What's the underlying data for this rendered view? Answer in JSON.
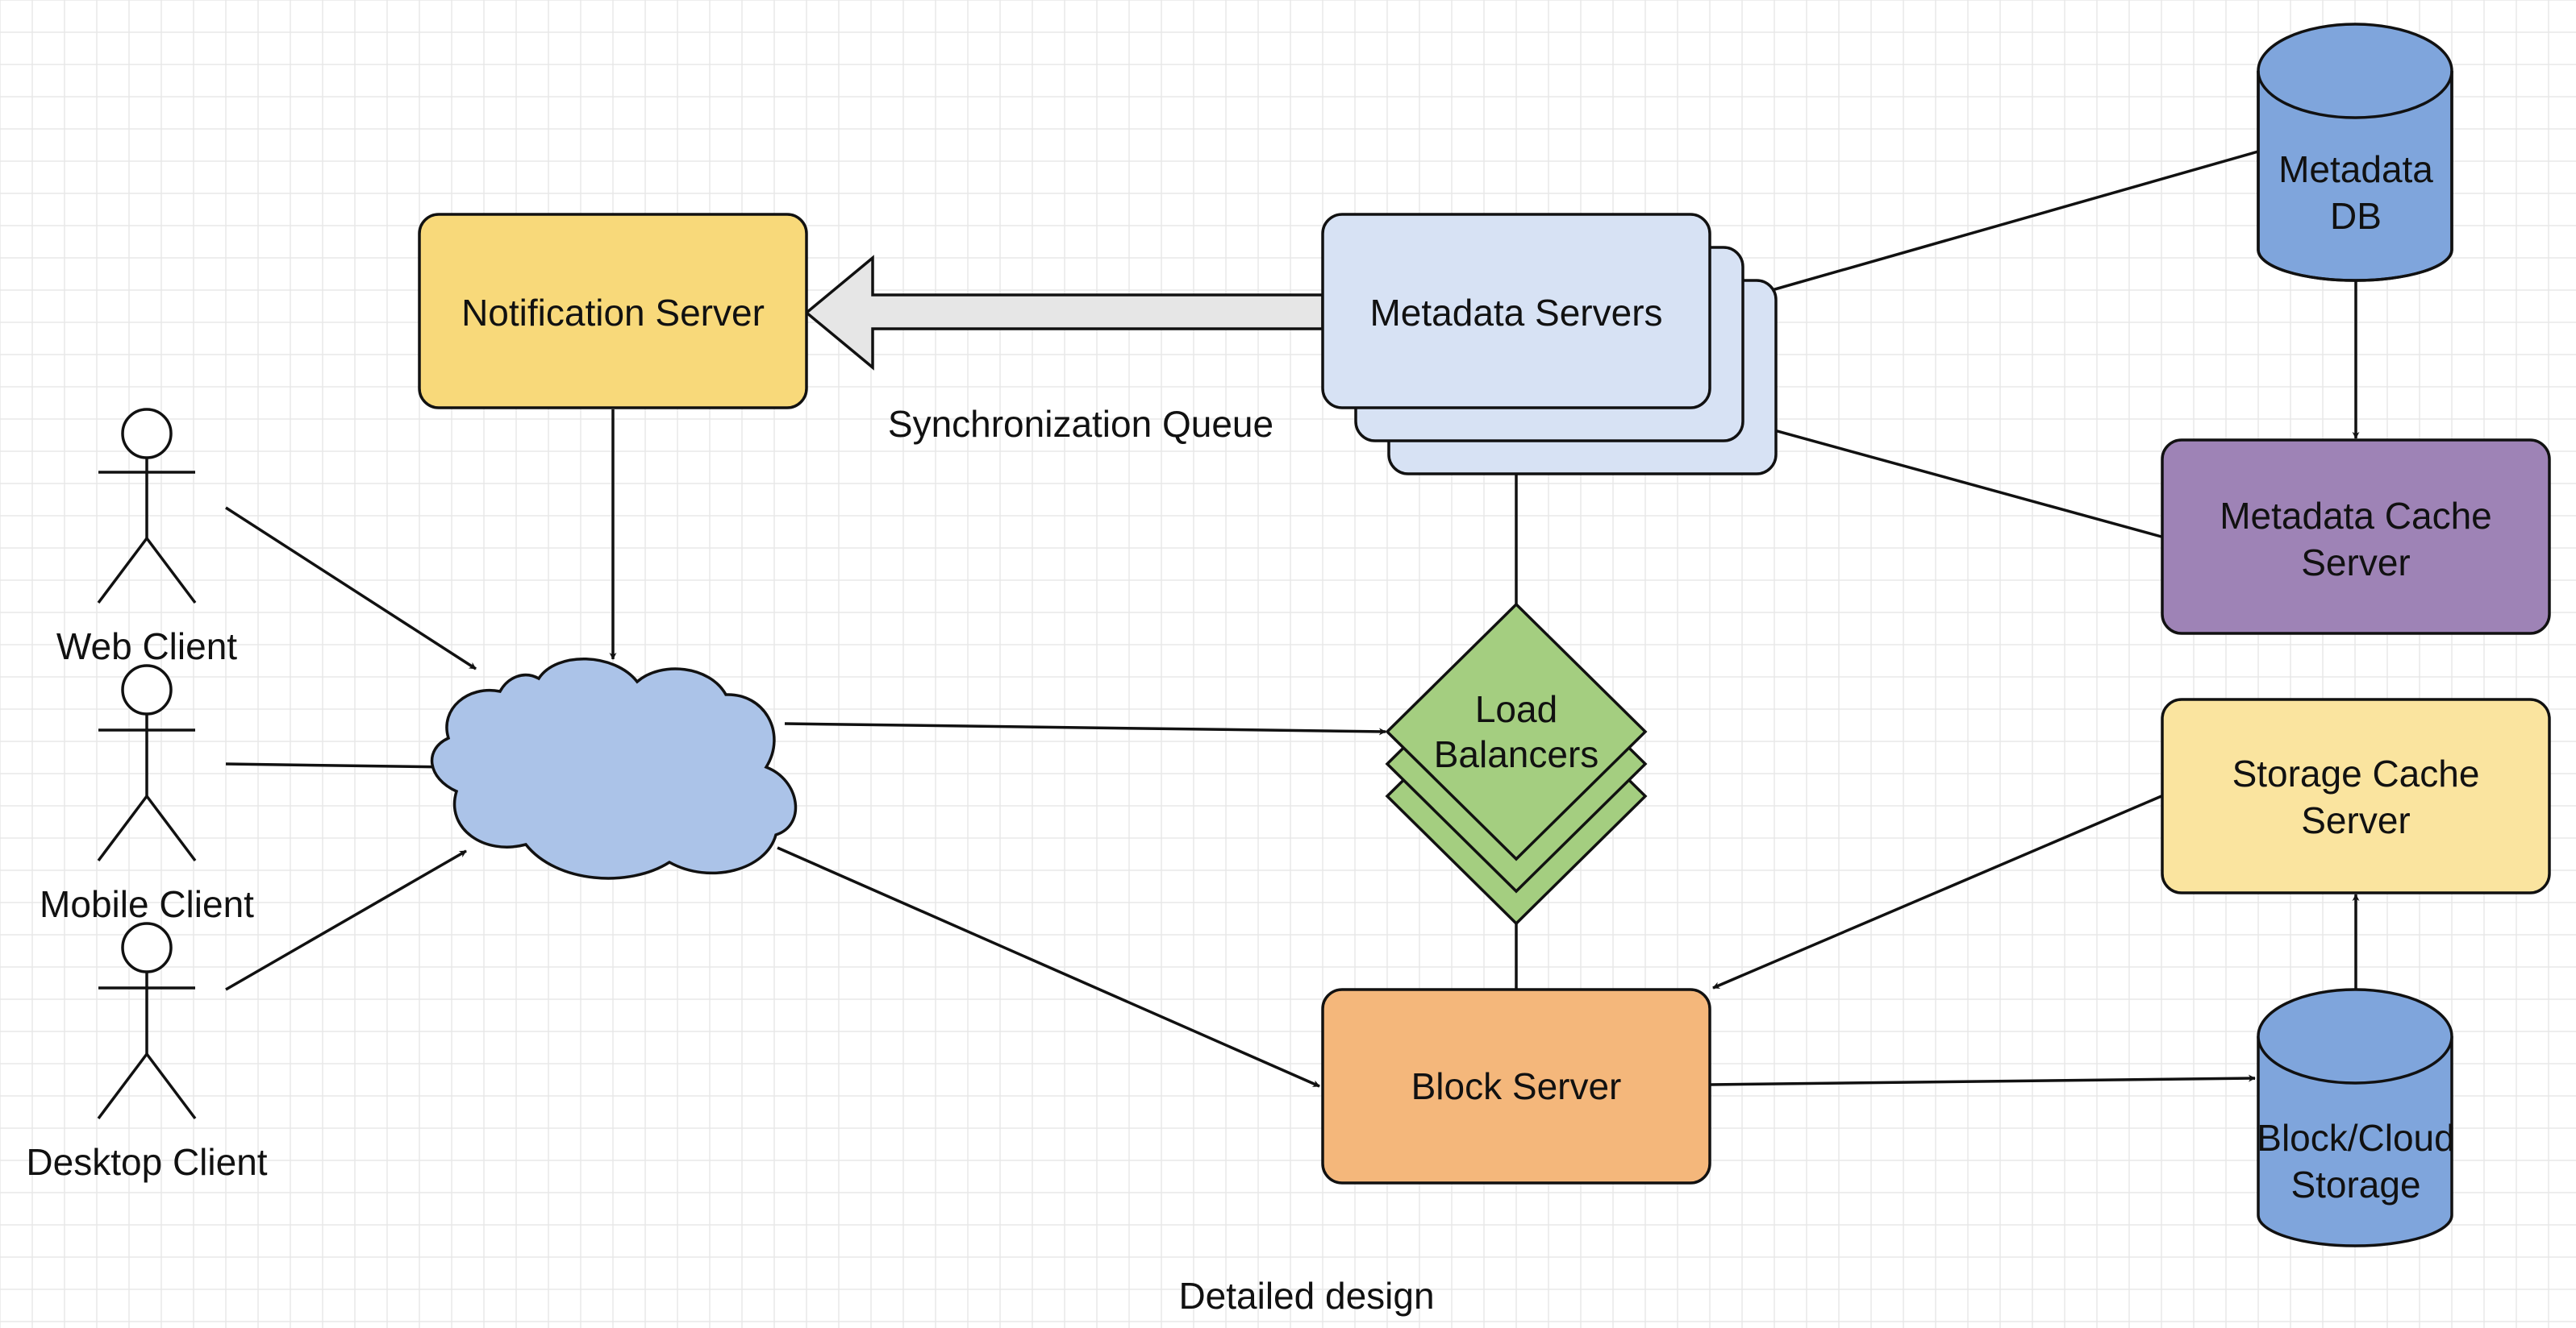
{
  "colors": {
    "notification_fill": "#f8d97a",
    "metadata_servers_fill": "#d7e2f4",
    "metadata_cache_fill": "#9e83b6",
    "storage_cache_fill": "#fae49f",
    "block_server_fill": "#f4b77b",
    "load_balancer_fill": "#a4ce80",
    "cloud_fill": "#abc3e8",
    "database_fill": "#7fa5dc",
    "queue_arrow_fill": "#e6e6e6",
    "grid_line": "#e8e8e8",
    "stroke": "#111111"
  },
  "clients": {
    "web": "Web Client",
    "mobile": "Mobile Client",
    "desktop": "Desktop Client"
  },
  "notification_server": {
    "label": "Notification Server"
  },
  "metadata_servers": {
    "label": "Metadata Servers"
  },
  "synchronization_queue": {
    "label": "Synchronization Queue"
  },
  "metadata_db": {
    "line1": "Metadata",
    "line2": "DB"
  },
  "metadata_cache_server": {
    "line1": "Metadata Cache",
    "line2": "Server"
  },
  "load_balancers": {
    "line1": "Load",
    "line2": "Balancers"
  },
  "storage_cache_server": {
    "line1": "Storage Cache",
    "line2": "Server"
  },
  "block_server": {
    "label": "Block Server"
  },
  "block_cloud_storage": {
    "line1": "Block/Cloud",
    "line2": "Storage"
  },
  "caption": "Detailed design"
}
